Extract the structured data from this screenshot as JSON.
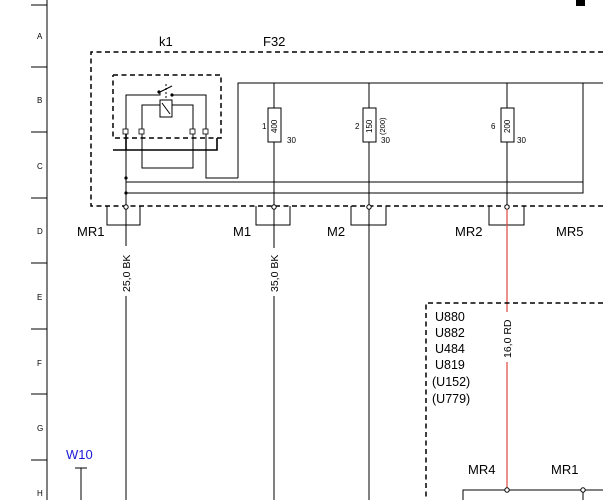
{
  "colors": {
    "wire_rd": "#e0463f",
    "ref_link": "#1a1ad6"
  },
  "row_letters": [
    "A",
    "B",
    "C",
    "D",
    "E",
    "F",
    "G",
    "H"
  ],
  "unit": {
    "name": "F32",
    "relay": "k1"
  },
  "fuses": [
    {
      "number": "1",
      "rating": "400",
      "pin": "30"
    },
    {
      "number": "2",
      "rating": "150",
      "alt_rating": "(200)",
      "pin": "30"
    },
    {
      "number": "6",
      "rating": "200",
      "pin": "30"
    }
  ],
  "connectors": {
    "mr1": "MR1",
    "m1": "M1",
    "m2": "M2",
    "mr2": "MR2",
    "mr5": "MR5",
    "mr4": "MR4",
    "mr1_lower": "MR1"
  },
  "wires": {
    "w1": "25,0 BK",
    "w2": "35,0 BK",
    "w3": "16,0 RD"
  },
  "module_codes": [
    "U880",
    "U882",
    "U484",
    "U819",
    "(U152)",
    "(U779)"
  ],
  "reference": "W10"
}
